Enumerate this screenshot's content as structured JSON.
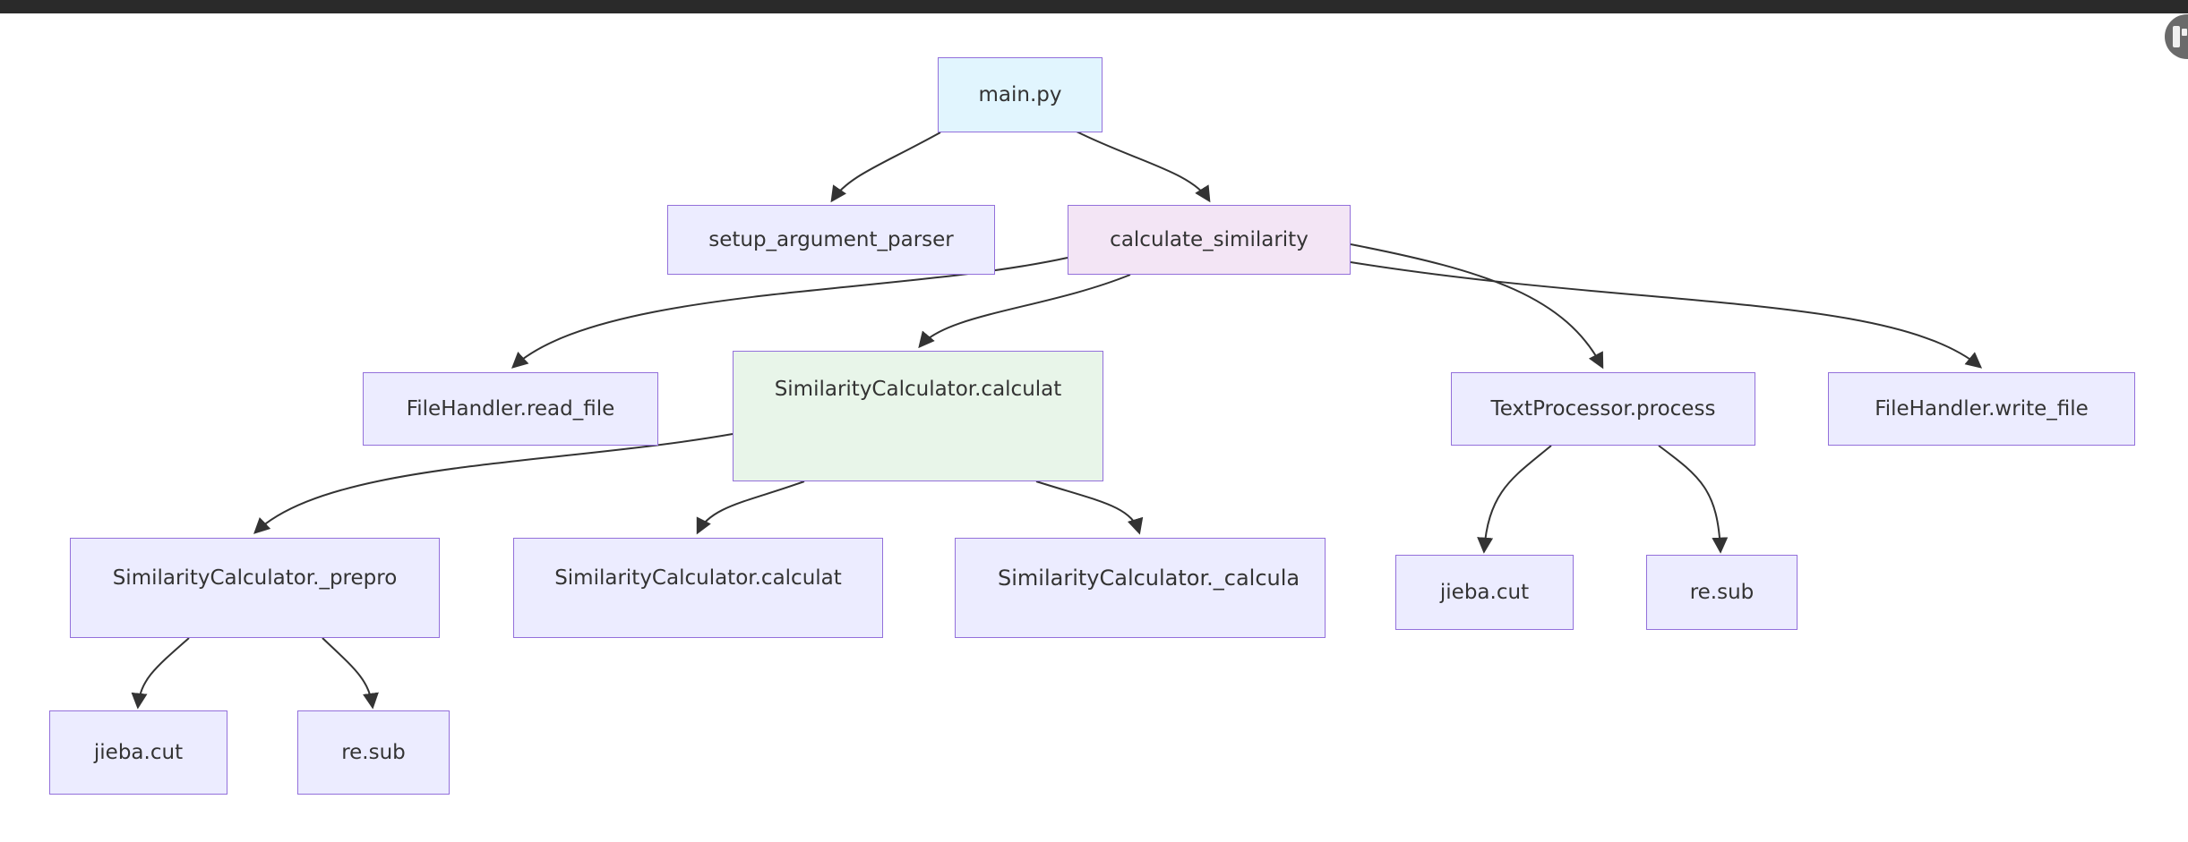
{
  "app": {
    "topbar_color": "#2a2a2a",
    "floating_button_color": "#6a6a6a"
  },
  "diagram": {
    "type": "flowchart",
    "direction": "top-down",
    "style": {
      "default_node_fill": "#ECECFF",
      "node_border_color": "#9370DB",
      "edge_color": "#333333",
      "text_color": "#333333",
      "main_node_fill": "#E1F5FE",
      "calculate_similarity_fill": "#F3E5F5",
      "similarity_calculator_fill": "#E8F5E9",
      "background": "#ffffff"
    },
    "nodes": [
      {
        "id": "main",
        "label": "main.py"
      },
      {
        "id": "setup_argument_parser",
        "label": "setup_argument_parser"
      },
      {
        "id": "calculate_similarity",
        "label": "calculate_similarity"
      },
      {
        "id": "filehandler_read_file",
        "label": "FileHandler.read_file"
      },
      {
        "id": "similaritycalculator_calculate",
        "label": "SimilarityCalculator.calculat"
      },
      {
        "id": "textprocessor_process",
        "label": "TextProcessor.process"
      },
      {
        "id": "filehandler_write_file",
        "label": "FileHandler.write_file"
      },
      {
        "id": "similaritycalculator_preprocess",
        "label": "SimilarityCalculator._prepro"
      },
      {
        "id": "similaritycalculator_calculate_2",
        "label": "SimilarityCalculator.calculat"
      },
      {
        "id": "similaritycalculator_calculate_3",
        "label": "SimilarityCalculator._calcula"
      },
      {
        "id": "jieba_cut_right",
        "label": "jieba.cut"
      },
      {
        "id": "re_sub_right",
        "label": "re.sub"
      },
      {
        "id": "jieba_cut_left",
        "label": "jieba.cut"
      },
      {
        "id": "re_sub_left",
        "label": "re.sub"
      }
    ],
    "edges": [
      {
        "from": "main",
        "to": "setup_argument_parser"
      },
      {
        "from": "main",
        "to": "calculate_similarity"
      },
      {
        "from": "calculate_similarity",
        "to": "filehandler_read_file"
      },
      {
        "from": "calculate_similarity",
        "to": "similaritycalculator_calculate"
      },
      {
        "from": "calculate_similarity",
        "to": "textprocessor_process"
      },
      {
        "from": "calculate_similarity",
        "to": "filehandler_write_file"
      },
      {
        "from": "similaritycalculator_calculate",
        "to": "similaritycalculator_preprocess"
      },
      {
        "from": "similaritycalculator_calculate",
        "to": "similaritycalculator_calculate_2"
      },
      {
        "from": "similaritycalculator_calculate",
        "to": "similaritycalculator_calculate_3"
      },
      {
        "from": "textprocessor_process",
        "to": "jieba_cut_right"
      },
      {
        "from": "textprocessor_process",
        "to": "re_sub_right"
      },
      {
        "from": "similaritycalculator_preprocess",
        "to": "jieba_cut_left"
      },
      {
        "from": "similaritycalculator_preprocess",
        "to": "re_sub_left"
      }
    ]
  }
}
